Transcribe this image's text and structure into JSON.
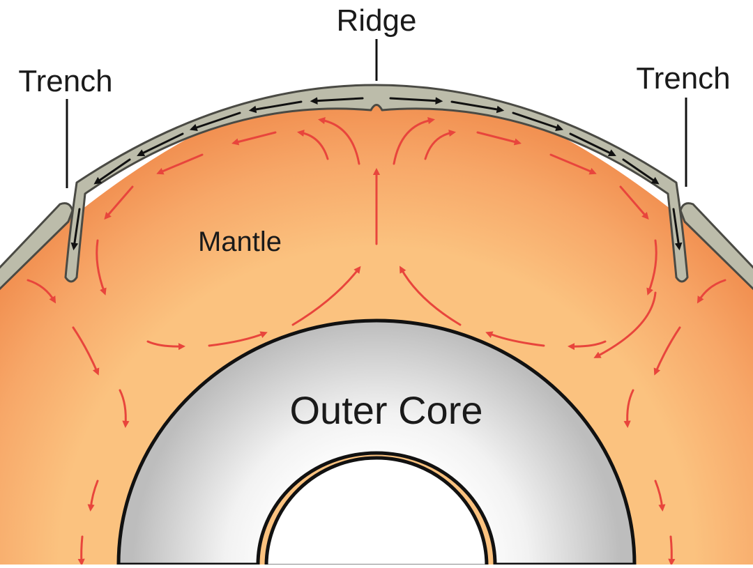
{
  "labels": {
    "ridge": "Ridge",
    "trench_left": "Trench",
    "trench_right": "Trench",
    "mantle": "Mantle",
    "outer_core": "Outer Core"
  },
  "colors": {
    "mantle_edge": "#f08a4b",
    "mantle_mid": "#f7a768",
    "mantle_inner": "#fbc27f",
    "crust": "#bcbcaa",
    "crust_outline": "#4a4a44",
    "core_gray": "#bdbdbd",
    "core_light": "#f2f2f2",
    "arrow_red": "#e8453c",
    "plate_arrow": "#111111"
  }
}
